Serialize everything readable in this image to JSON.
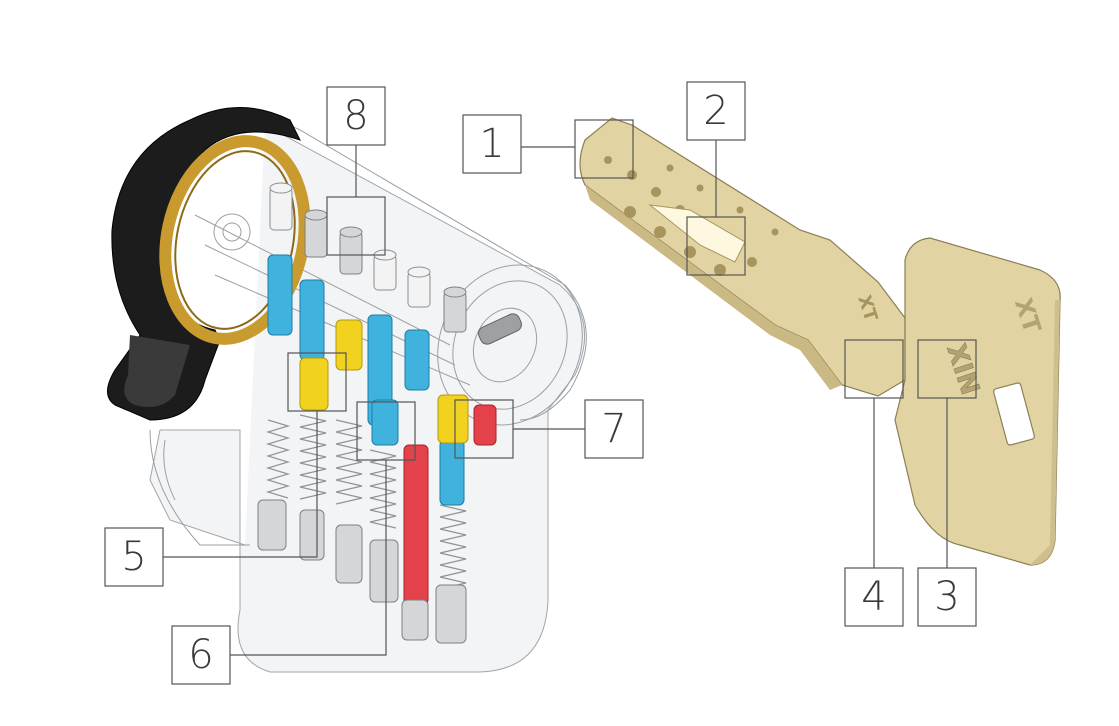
{
  "colors": {
    "cam_black": "#1c1c1c",
    "brass": "#c99a2e",
    "key_gold": "#e2d3a3",
    "pin_blue": "#3fb3dd",
    "pin_yellow": "#f0d21f",
    "pin_red": "#e4424a",
    "outline": "#555555"
  },
  "key_head_text": {
    "logo": "XIN",
    "model": "XT"
  },
  "callouts": [
    {
      "id": "1",
      "label": "1"
    },
    {
      "id": "2",
      "label": "2"
    },
    {
      "id": "3",
      "label": "3"
    },
    {
      "id": "4",
      "label": "4"
    },
    {
      "id": "5",
      "label": "5"
    },
    {
      "id": "6",
      "label": "6"
    },
    {
      "id": "7",
      "label": "7"
    },
    {
      "id": "8",
      "label": "8"
    }
  ]
}
